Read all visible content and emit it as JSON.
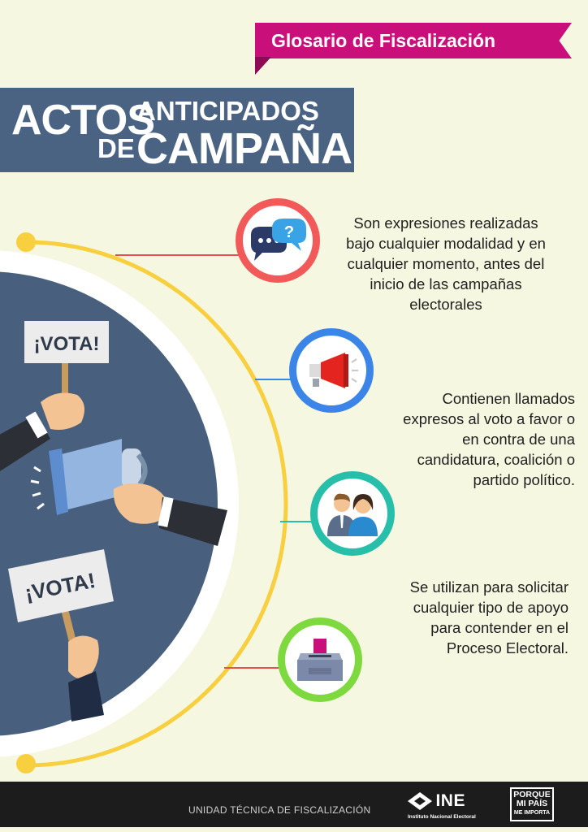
{
  "header": {
    "banner": "Glosario de Fiscalización",
    "title_actos": "ACTOS",
    "title_anticipados": "ANTICIPADOS",
    "title_de": "DE",
    "title_campana": "CAMPAÑA"
  },
  "illustration": {
    "sign_top": "¡VOTA!",
    "sign_bottom": "¡VOTA!"
  },
  "items": [
    {
      "icon": "speech-bubbles-icon",
      "color": "#f25a5a",
      "text": "Son expresiones realizadas bajo cualquier modalidad y en cualquier momento, antes del inicio de las campañas electorales"
    },
    {
      "icon": "megaphone-icon",
      "color": "#3c85e8",
      "text": "Contienen llamados expresos al voto a favor o en contra de una candidatura, coalición o partido político."
    },
    {
      "icon": "candidates-icon",
      "color": "#27bfa9"
    },
    {
      "icon": "ballot-box-icon",
      "color": "#7ed93f",
      "text": "Se utilizan para solicitar cualquier tipo de apoyo para contender en el Proceso Electoral."
    }
  ],
  "footer": {
    "unit": "UNIDAD TÉCNICA DE FISCALIZACIÓN",
    "ine_name": "INE",
    "ine_sub": "Instituto Nacional Electoral",
    "porque_l1": "PORQUE",
    "porque_l2": "MI PAÍS",
    "porque_l3": "ME IMPORTA"
  }
}
